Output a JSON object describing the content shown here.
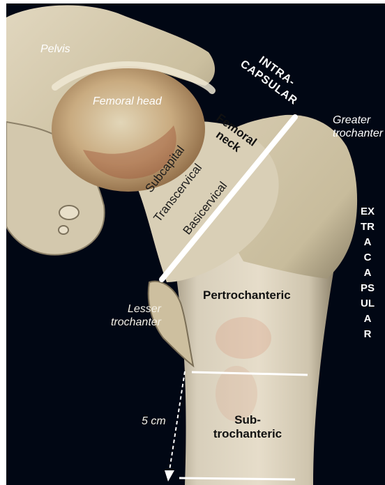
{
  "labels": {
    "pelvis": "Pelvis",
    "femoral_head": "Femoral head",
    "greater_trochanter_1": "Greater",
    "greater_trochanter_2": "trochanter",
    "intracapsular_1": "INTRA-",
    "intracapsular_2": "CAPSULAR",
    "femoral_neck_1": "Femoral",
    "femoral_neck_2": "neck",
    "subcapital": "Subcapital",
    "transcervical": "Transcervical",
    "basicervical": "Basicervical",
    "extracapsular": "EXTRACAPSULAR",
    "lesser_trochanter_1": "Lesser",
    "lesser_trochanter_2": "trochanter",
    "pertrochanteric": "Pertrochanteric",
    "scale": "5 cm",
    "subtrochanteric_1": "Sub-",
    "subtrochanteric_2": "trochanteric"
  },
  "colors": {
    "background": "#010714",
    "bone": "#dcd3bd",
    "bone_shadow": "#a89c82",
    "tint": "#b07a3c",
    "lines": "#ffffff"
  }
}
